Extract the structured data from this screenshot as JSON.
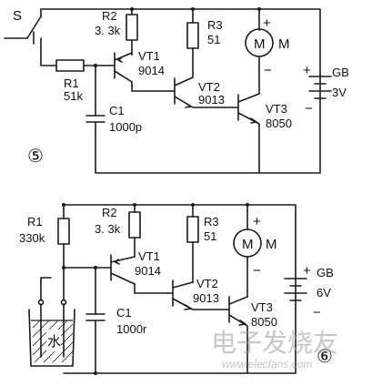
{
  "circuit_top": {
    "switch_label": "S",
    "r1": {
      "name": "R1",
      "value": "51k"
    },
    "r2": {
      "name": "R2",
      "value": "3. 3k"
    },
    "r3": {
      "name": "R3",
      "value": "51"
    },
    "c1": {
      "name": "C1",
      "value": "1000p"
    },
    "vt1": {
      "name": "VT1",
      "value": "9014"
    },
    "vt2": {
      "name": "VT2",
      "value": "9013"
    },
    "vt3": {
      "name": "VT3",
      "value": "8050"
    },
    "motor": {
      "symbol": "M",
      "label": "M",
      "plus": "+",
      "minus": "−"
    },
    "battery": {
      "name": "GB",
      "value": "3V",
      "plus": "+",
      "minus": "−"
    },
    "number": "⑤"
  },
  "circuit_bottom": {
    "r1": {
      "name": "R1",
      "value": "330k"
    },
    "r2": {
      "name": "R2",
      "value": "3. 3k"
    },
    "r3": {
      "name": "R3",
      "value": "51"
    },
    "c1": {
      "name": "C1",
      "value": "1000r"
    },
    "vt1": {
      "name": "VT1",
      "value": "9014"
    },
    "vt2": {
      "name": "VT2",
      "value": "9013"
    },
    "vt3": {
      "name": "VT3",
      "value": "8050"
    },
    "motor": {
      "symbol": "M",
      "label": "M",
      "plus": "+",
      "minus": "−"
    },
    "battery": {
      "name": "GB",
      "value": "6V",
      "plus": "+",
      "minus": "−"
    },
    "water_glyph": "水",
    "number": "⑥"
  },
  "watermark": {
    "cn": "电子发烧友",
    "url": "www.elecfans.com"
  }
}
